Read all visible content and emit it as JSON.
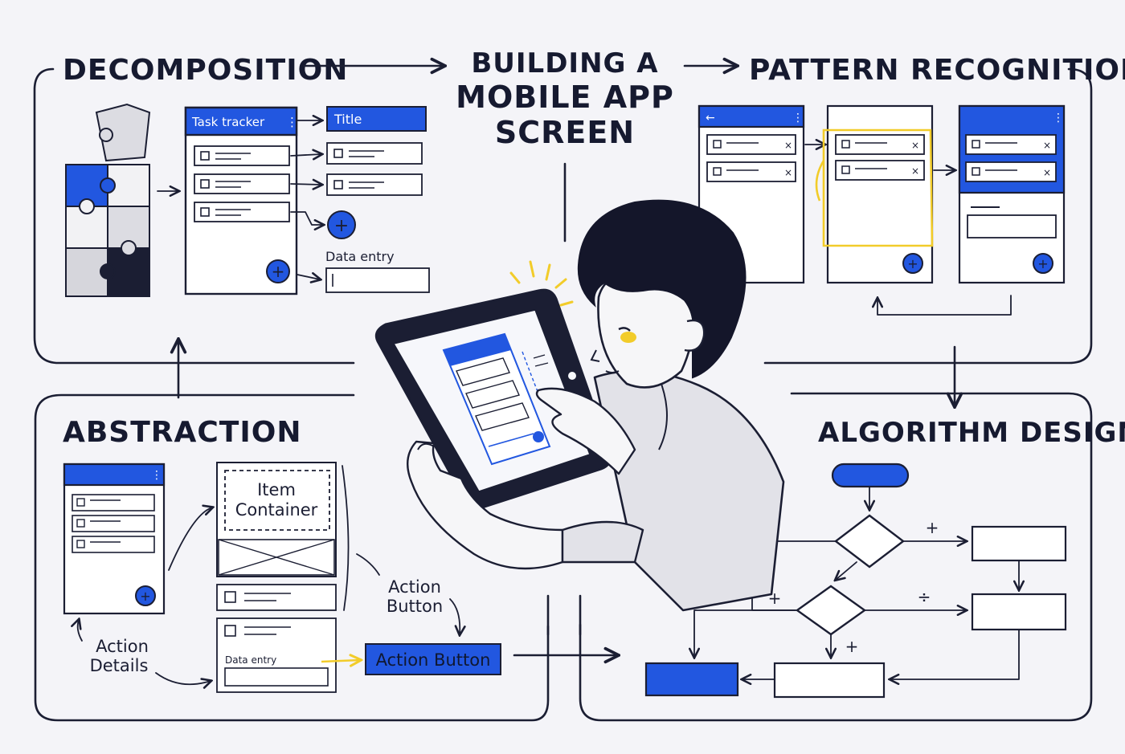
{
  "center_title": [
    "BUILDING A",
    "MOBILE APP",
    "SCREEN"
  ],
  "sections": {
    "decomposition": "DECOMPOSITION",
    "pattern_recognition": "PATTERN RECOGNITION",
    "abstraction": "ABSTRACTION",
    "algorithm_design": "ALGORITHM DESIGN"
  },
  "decomposition": {
    "app_header": "Task tracker",
    "title_box": "Title",
    "data_entry": "Data entry"
  },
  "abstraction": {
    "item_container": [
      "Item",
      "Container"
    ],
    "action_button_note": [
      "Action",
      "Button"
    ],
    "action_details": [
      "Action",
      "Details"
    ],
    "data_entry": "Data entry",
    "action_button": "Action Button"
  },
  "algorithm": {
    "op_plus_1": "+",
    "op_plus_2": "+",
    "op_div": "÷",
    "op_plus_3": "+"
  },
  "colors": {
    "accent": "#2257e0",
    "ink": "#1b1e33",
    "highlight": "#f2cc2a",
    "background": "#f4f4f8"
  }
}
